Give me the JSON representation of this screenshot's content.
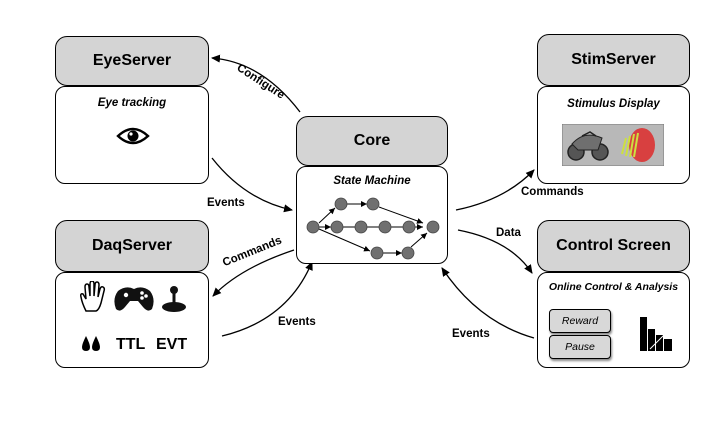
{
  "nodes": {
    "eye_server": {
      "title": "EyeServer",
      "subtitle": "Eye tracking",
      "icon": "eye-icon"
    },
    "stim_server": {
      "title": "StimServer",
      "subtitle": "Stimulus Display",
      "icon": "stimulus-image"
    },
    "core": {
      "title": "Core",
      "subtitle": "State Machine",
      "icon": "state-machine-graph"
    },
    "daq_server": {
      "title": "DaqServer",
      "icon_items": [
        "hand-icon",
        "gamepad-icon",
        "joystick-icon",
        "drops-icon"
      ],
      "ttl": "TTL",
      "evt": "EVT"
    },
    "control_screen": {
      "title": "Control Screen",
      "subtitle": "Online Control & Analysis",
      "reward_button": "Reward",
      "pause_button": "Pause",
      "icon": "histogram-icon"
    }
  },
  "edges": {
    "configure": "Configure",
    "events_eye": "Events",
    "commands_stim": "Commands",
    "commands_daq": "Commands",
    "events_daq": "Events",
    "data": "Data",
    "events_control": "Events"
  }
}
